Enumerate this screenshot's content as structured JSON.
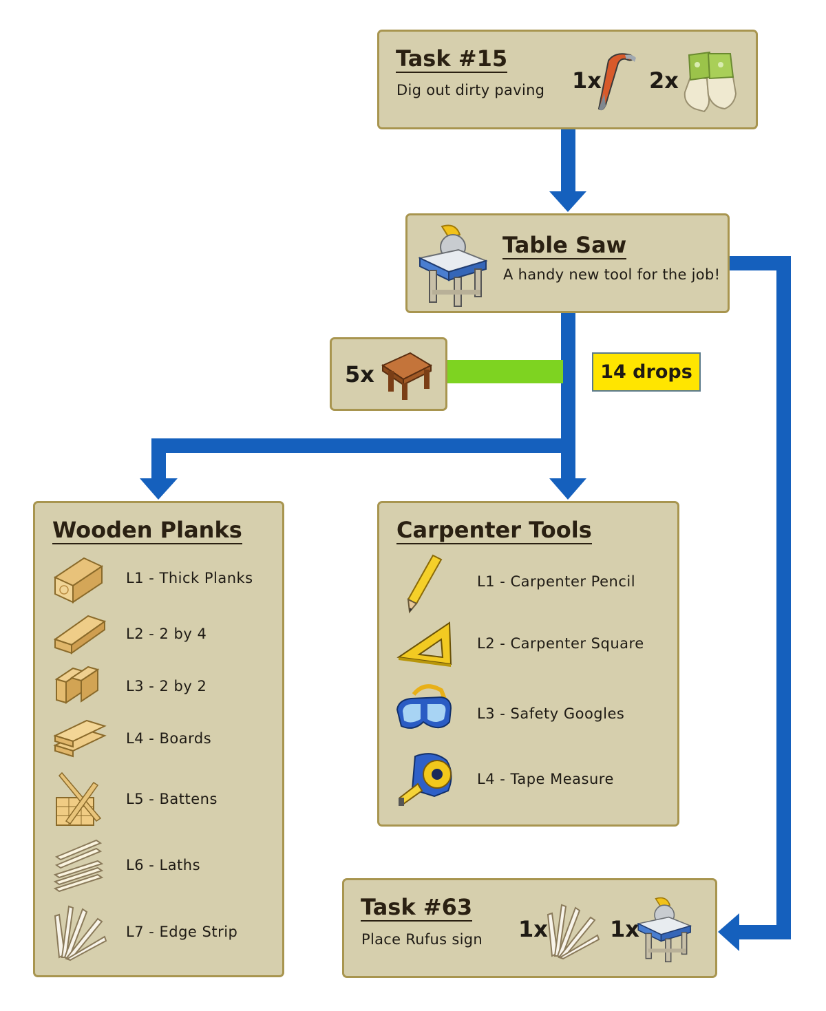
{
  "task15": {
    "title": "Task #15",
    "description": "Dig out dirty paving",
    "items": [
      {
        "qty": "1x",
        "icon": "crowbar-icon"
      },
      {
        "qty": "2x",
        "icon": "gardening-gloves-icon"
      }
    ]
  },
  "table_saw": {
    "title": "Table Saw",
    "description": "A handy new tool for the job!",
    "icon": "table-saw-icon"
  },
  "workbench_cost": {
    "qty": "5x",
    "icon": "workbench-icon"
  },
  "drops_badge": "14 drops",
  "wooden_planks": {
    "title": "Wooden Planks",
    "items": [
      {
        "label": "L1 - Thick Planks",
        "icon": "thick-planks-icon"
      },
      {
        "label": "L2 - 2 by 4",
        "icon": "two-by-four-icon"
      },
      {
        "label": "L3 - 2 by 2",
        "icon": "two-by-two-icon"
      },
      {
        "label": "L4 - Boards",
        "icon": "boards-icon"
      },
      {
        "label": "L5 - Battens",
        "icon": "battens-icon"
      },
      {
        "label": "L6 - Laths",
        "icon": "laths-icon"
      },
      {
        "label": "L7 - Edge Strip",
        "icon": "edge-strip-icon"
      }
    ]
  },
  "carpenter_tools": {
    "title": "Carpenter Tools",
    "items": [
      {
        "label": "L1 - Carpenter Pencil",
        "icon": "pencil-icon"
      },
      {
        "label": "L2 - Carpenter Square",
        "icon": "carpenter-square-icon"
      },
      {
        "label": "L3 - Safety Googles",
        "icon": "safety-goggles-icon"
      },
      {
        "label": "L4 - Tape Measure",
        "icon": "tape-measure-icon"
      }
    ]
  },
  "task63": {
    "title": "Task #63",
    "description": "Place Rufus sign",
    "items": [
      {
        "qty": "1x",
        "icon": "edge-strip-icon"
      },
      {
        "qty": "1x",
        "icon": "table-saw-icon"
      }
    ]
  },
  "colors": {
    "box_fill": "#d6cfad",
    "box_border": "#a8954f",
    "arrow": "#1560bd",
    "connector": "#7ed321",
    "badge": "#ffe500"
  }
}
